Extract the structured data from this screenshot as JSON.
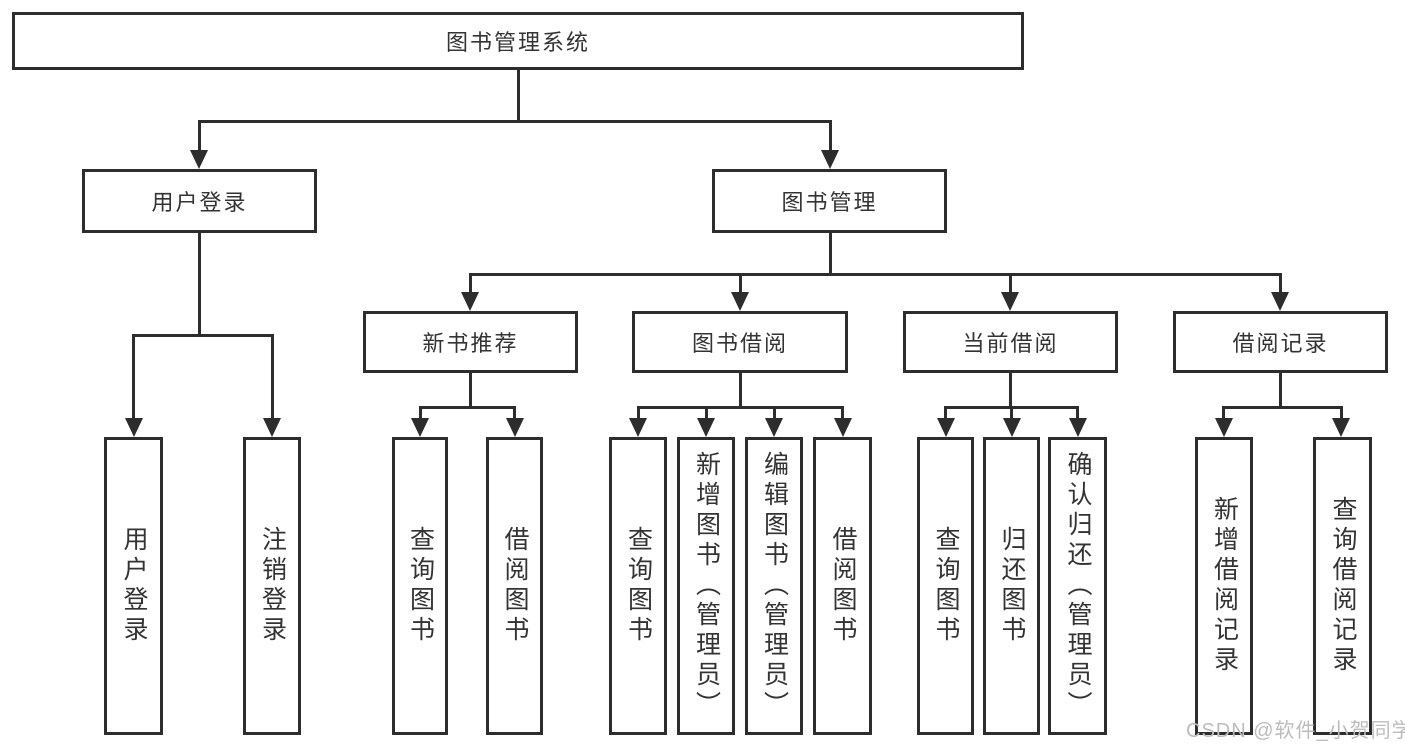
{
  "diagram_title": "图书管理系统",
  "tree": {
    "root": "图书管理系统",
    "children": [
      {
        "label": "用户登录",
        "leaves": [
          "用户登录",
          "注销登录"
        ]
      },
      {
        "label": "图书管理",
        "children": [
          {
            "label": "新书推荐",
            "leaves": [
              "查询图书",
              "借阅图书"
            ]
          },
          {
            "label": "图书借阅",
            "leaves": [
              "查询图书",
              "新增图书（管理员）",
              "编辑图书（管理员）",
              "借阅图书"
            ]
          },
          {
            "label": "当前借阅",
            "leaves": [
              "查询图书",
              "归还图书",
              "确认归还（管理员）"
            ]
          },
          {
            "label": "借阅记录",
            "leaves": [
              "新增借阅记录",
              "查询借阅记录"
            ]
          }
        ]
      }
    ]
  },
  "watermark": {
    "text": "CSDN @软件_小贺同学"
  },
  "colors": {
    "line": "#2d2d2d",
    "text": "#333333",
    "watermark": "#bcbcbc",
    "background": "#ffffff"
  }
}
